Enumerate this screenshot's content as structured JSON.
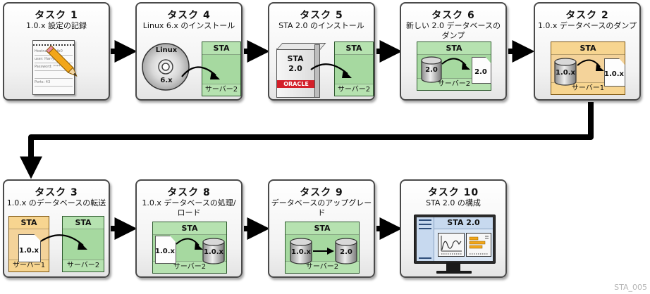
{
  "tasks": {
    "t1": {
      "number": "タスク 1",
      "title": "1.0.x 設定の記録",
      "notepad": {
        "lines": [
          "Hostname: stb0",
          "user: HarryButts",
          "Password: ****",
          "Ports: 43"
        ]
      }
    },
    "t4": {
      "number": "タスク 4",
      "title": "Linux 6.x のインストール",
      "disc": {
        "top": "Linux",
        "bottom": "6.x"
      },
      "server": {
        "header": "STA",
        "footer": "サーバー2"
      }
    },
    "t5": {
      "number": "タスク 5",
      "title": "STA 2.0 のインストール",
      "box": {
        "line1": "STA",
        "line2": "2.0",
        "brand": "ORACLE"
      },
      "server": {
        "header": "STA",
        "footer": "サーバー2"
      }
    },
    "t6": {
      "number": "タスク 6",
      "title": "新しい 2.0 データベースのダンプ",
      "server": {
        "header": "STA",
        "footer": "サーバー2"
      },
      "db_label": "2.0",
      "file_label": "2.0"
    },
    "t2": {
      "number": "タスク 2",
      "title": "1.0.x データベースのダンプ",
      "server": {
        "header": "STA",
        "footer": "サーバー1"
      },
      "db_label": "1.0.x",
      "file_label": "1.0.x"
    },
    "t3": {
      "number": "タスク 3",
      "title": "1.0.x のデータベースの転送",
      "server_src": {
        "header": "STA",
        "footer": "サーバー1"
      },
      "server_dst": {
        "header": "STA",
        "footer": "サーバー2"
      },
      "file_label": "1.0.x"
    },
    "t8": {
      "number": "タスク 8",
      "title": "1.0.x データベースの処理/ロード",
      "server": {
        "header": "STA",
        "footer": "サーバー2"
      },
      "file_label": "1.0.x",
      "db_label": "1.0.x"
    },
    "t9": {
      "number": "タスク 9",
      "title": "データベースのアップグレード",
      "server": {
        "header": "STA",
        "footer": "サーバー2"
      },
      "db_src_label": "1.0.x",
      "db_dst_label": "2.0"
    },
    "t10": {
      "number": "タスク 10",
      "title": "STA 2.0 の構成",
      "monitor_title": "STA 2.0"
    }
  },
  "flow_order": [
    "タスク 1",
    "タスク 4",
    "タスク 5",
    "タスク 6",
    "タスク 2",
    "タスク 3",
    "タスク 8",
    "タスク 9",
    "タスク 10"
  ],
  "colors": {
    "server_new": "#9fd49a",
    "server_old": "#f2c46e",
    "oracle_red": "#d3202a",
    "arrow": "#000000"
  },
  "watermark": "STA_005"
}
